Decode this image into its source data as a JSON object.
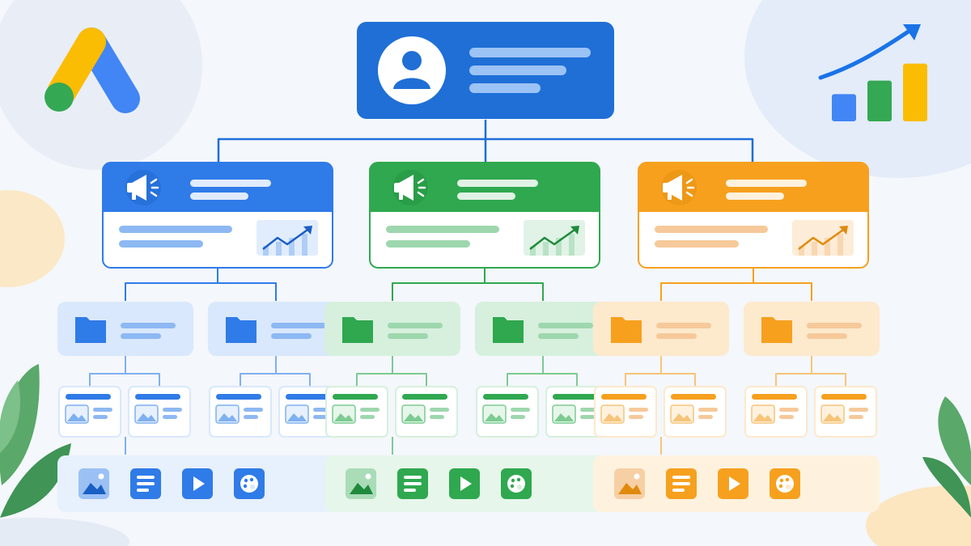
{
  "colors": {
    "background": "#f4f7fb",
    "account_blue": "#1f6fd6",
    "blue": "#2f7be8",
    "green": "#2fa84f",
    "orange": "#f6a01e",
    "logo_yellow": "#fbbc04",
    "logo_blue": "#4285f4",
    "logo_green": "#34a853"
  },
  "icons": {
    "logo": "google-ads-logo",
    "account": "user-avatar-icon",
    "campaign": "megaphone-icon",
    "campaign_stat": "trend-up-icon",
    "ad_group": "folder-icon",
    "ad": "ad-card-icon",
    "assets": [
      "image-asset-icon",
      "text-asset-icon",
      "video-asset-icon",
      "palette-asset-icon"
    ],
    "growth": "growth-bar-chart-icon",
    "decoration": "leaf-decoration"
  },
  "hierarchy": {
    "levels": [
      "account",
      "campaigns",
      "ad-groups",
      "ads",
      "assets"
    ],
    "campaigns": [
      {
        "color": "blue",
        "ad_groups": 2,
        "ads_per_group": 2,
        "asset_types": 4
      },
      {
        "color": "green",
        "ad_groups": 2,
        "ads_per_group": 2,
        "asset_types": 4
      },
      {
        "color": "orange",
        "ad_groups": 2,
        "ads_per_group": 2,
        "asset_types": 4
      }
    ]
  },
  "growth_chart": {
    "bars": [
      {
        "value": 0.4,
        "color": "#4285f4"
      },
      {
        "value": 0.6,
        "color": "#34a853"
      },
      {
        "value": 0.85,
        "color": "#fbbc04"
      }
    ]
  }
}
